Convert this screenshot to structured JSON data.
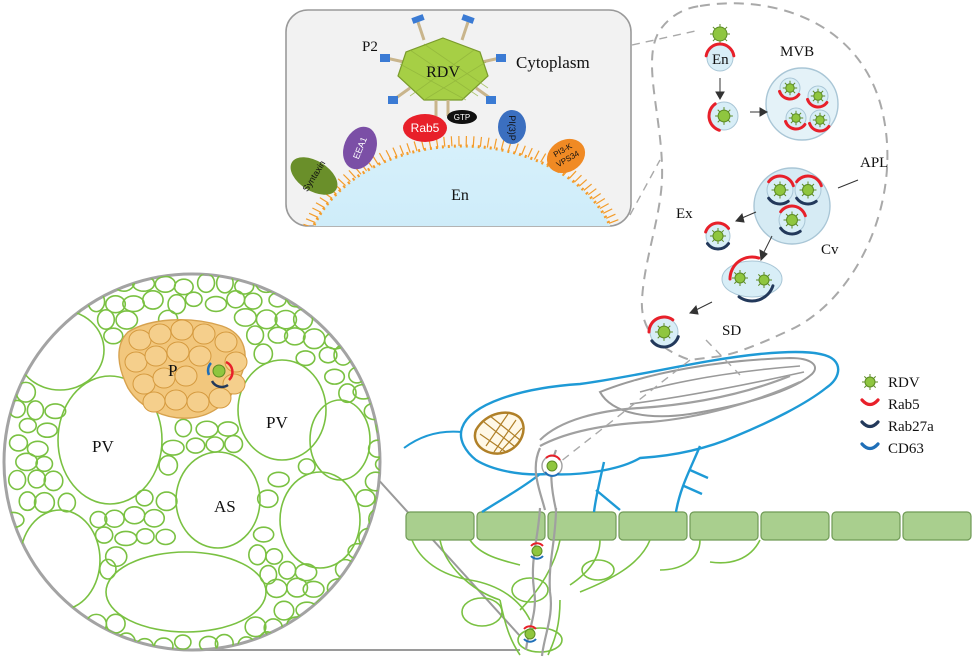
{
  "inset": {
    "p2": "P2",
    "rdv": "RDV",
    "cytoplasm": "Cytoplasm",
    "rab5": "Rab5",
    "gtp": "GTP",
    "pi3p": "PI(3)P",
    "eea1": "EEA1",
    "syntaxin": "Syntaxin",
    "pi3k_line1": "PI3-K",
    "pi3k_line2": "VPS34",
    "en": "En"
  },
  "pathway": {
    "en": "En",
    "mvb": "MVB",
    "apl": "APL",
    "ex": "Ex",
    "cv": "Cv",
    "sd": "SD"
  },
  "tissue": {
    "p": "P",
    "pv_left": "PV",
    "pv_right": "PV",
    "as": "AS"
  },
  "legend": [
    {
      "label": "RDV",
      "color": "#8fc63f",
      "symbol": "virus"
    },
    {
      "label": "Rab5",
      "color": "#e8202a",
      "symbol": "arc"
    },
    {
      "label": "Rab27a",
      "color": "#23395b",
      "symbol": "arc"
    },
    {
      "label": "CD63",
      "color": "#1f6fb8",
      "symbol": "arc"
    }
  ],
  "colors": {
    "virus": "#8fc63f",
    "rab5": "#e8202a",
    "rab27a": "#23395b",
    "cd63": "#1f6fb8",
    "leaf": "#a9cf8e",
    "vein": "#7ac142",
    "phloem": "#f2c77d",
    "insect": "#1e9ad6",
    "endosome": "#d8eef7"
  }
}
